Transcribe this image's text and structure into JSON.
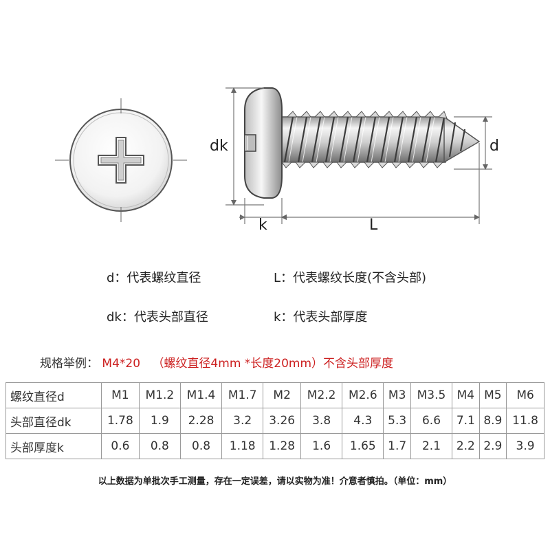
{
  "diagram": {
    "labels": {
      "dk": "dk",
      "d": "d",
      "k": "k",
      "L": "L"
    }
  },
  "legend": {
    "d": "d：代表螺纹直径",
    "L": "L：代表螺纹长度(不含头部)",
    "dk": "dk：代表头部直径",
    "k": "k：代表头部厚度"
  },
  "example": {
    "prefix": "规格举例：",
    "value": "M4*20",
    "detail": "（螺纹直径4mm *长度20mm）不含头部厚度"
  },
  "table": {
    "rows": [
      {
        "header": "螺纹直径d",
        "cells": [
          "M1",
          "M1.2",
          "M1.4",
          "M1.7",
          "M2",
          "M2.2",
          "M2.6",
          "M3",
          "M3.5",
          "M4",
          "M5",
          "M6"
        ]
      },
      {
        "header": "头部直径dk",
        "cells": [
          "1.78",
          "1.9",
          "2.28",
          "3.2",
          "3.26",
          "3.8",
          "4.3",
          "5.3",
          "6.6",
          "7.1",
          "8.9",
          "11.8"
        ]
      },
      {
        "header": "头部厚度k",
        "cells": [
          "0.6",
          "0.8",
          "0.8",
          "1.18",
          "1.28",
          "1.6",
          "1.65",
          "1.7",
          "2.1",
          "2.2",
          "2.9",
          "3.9"
        ]
      }
    ]
  },
  "footnote": "以上数据为单批次手工测量，存在一定误差，请以实物为准！介意者慎拍。（单位：mm）",
  "colors": {
    "accent_red": "#cc1f1f",
    "metal_dark": "#6b6b6b",
    "metal_light": "#e6e6e6"
  }
}
